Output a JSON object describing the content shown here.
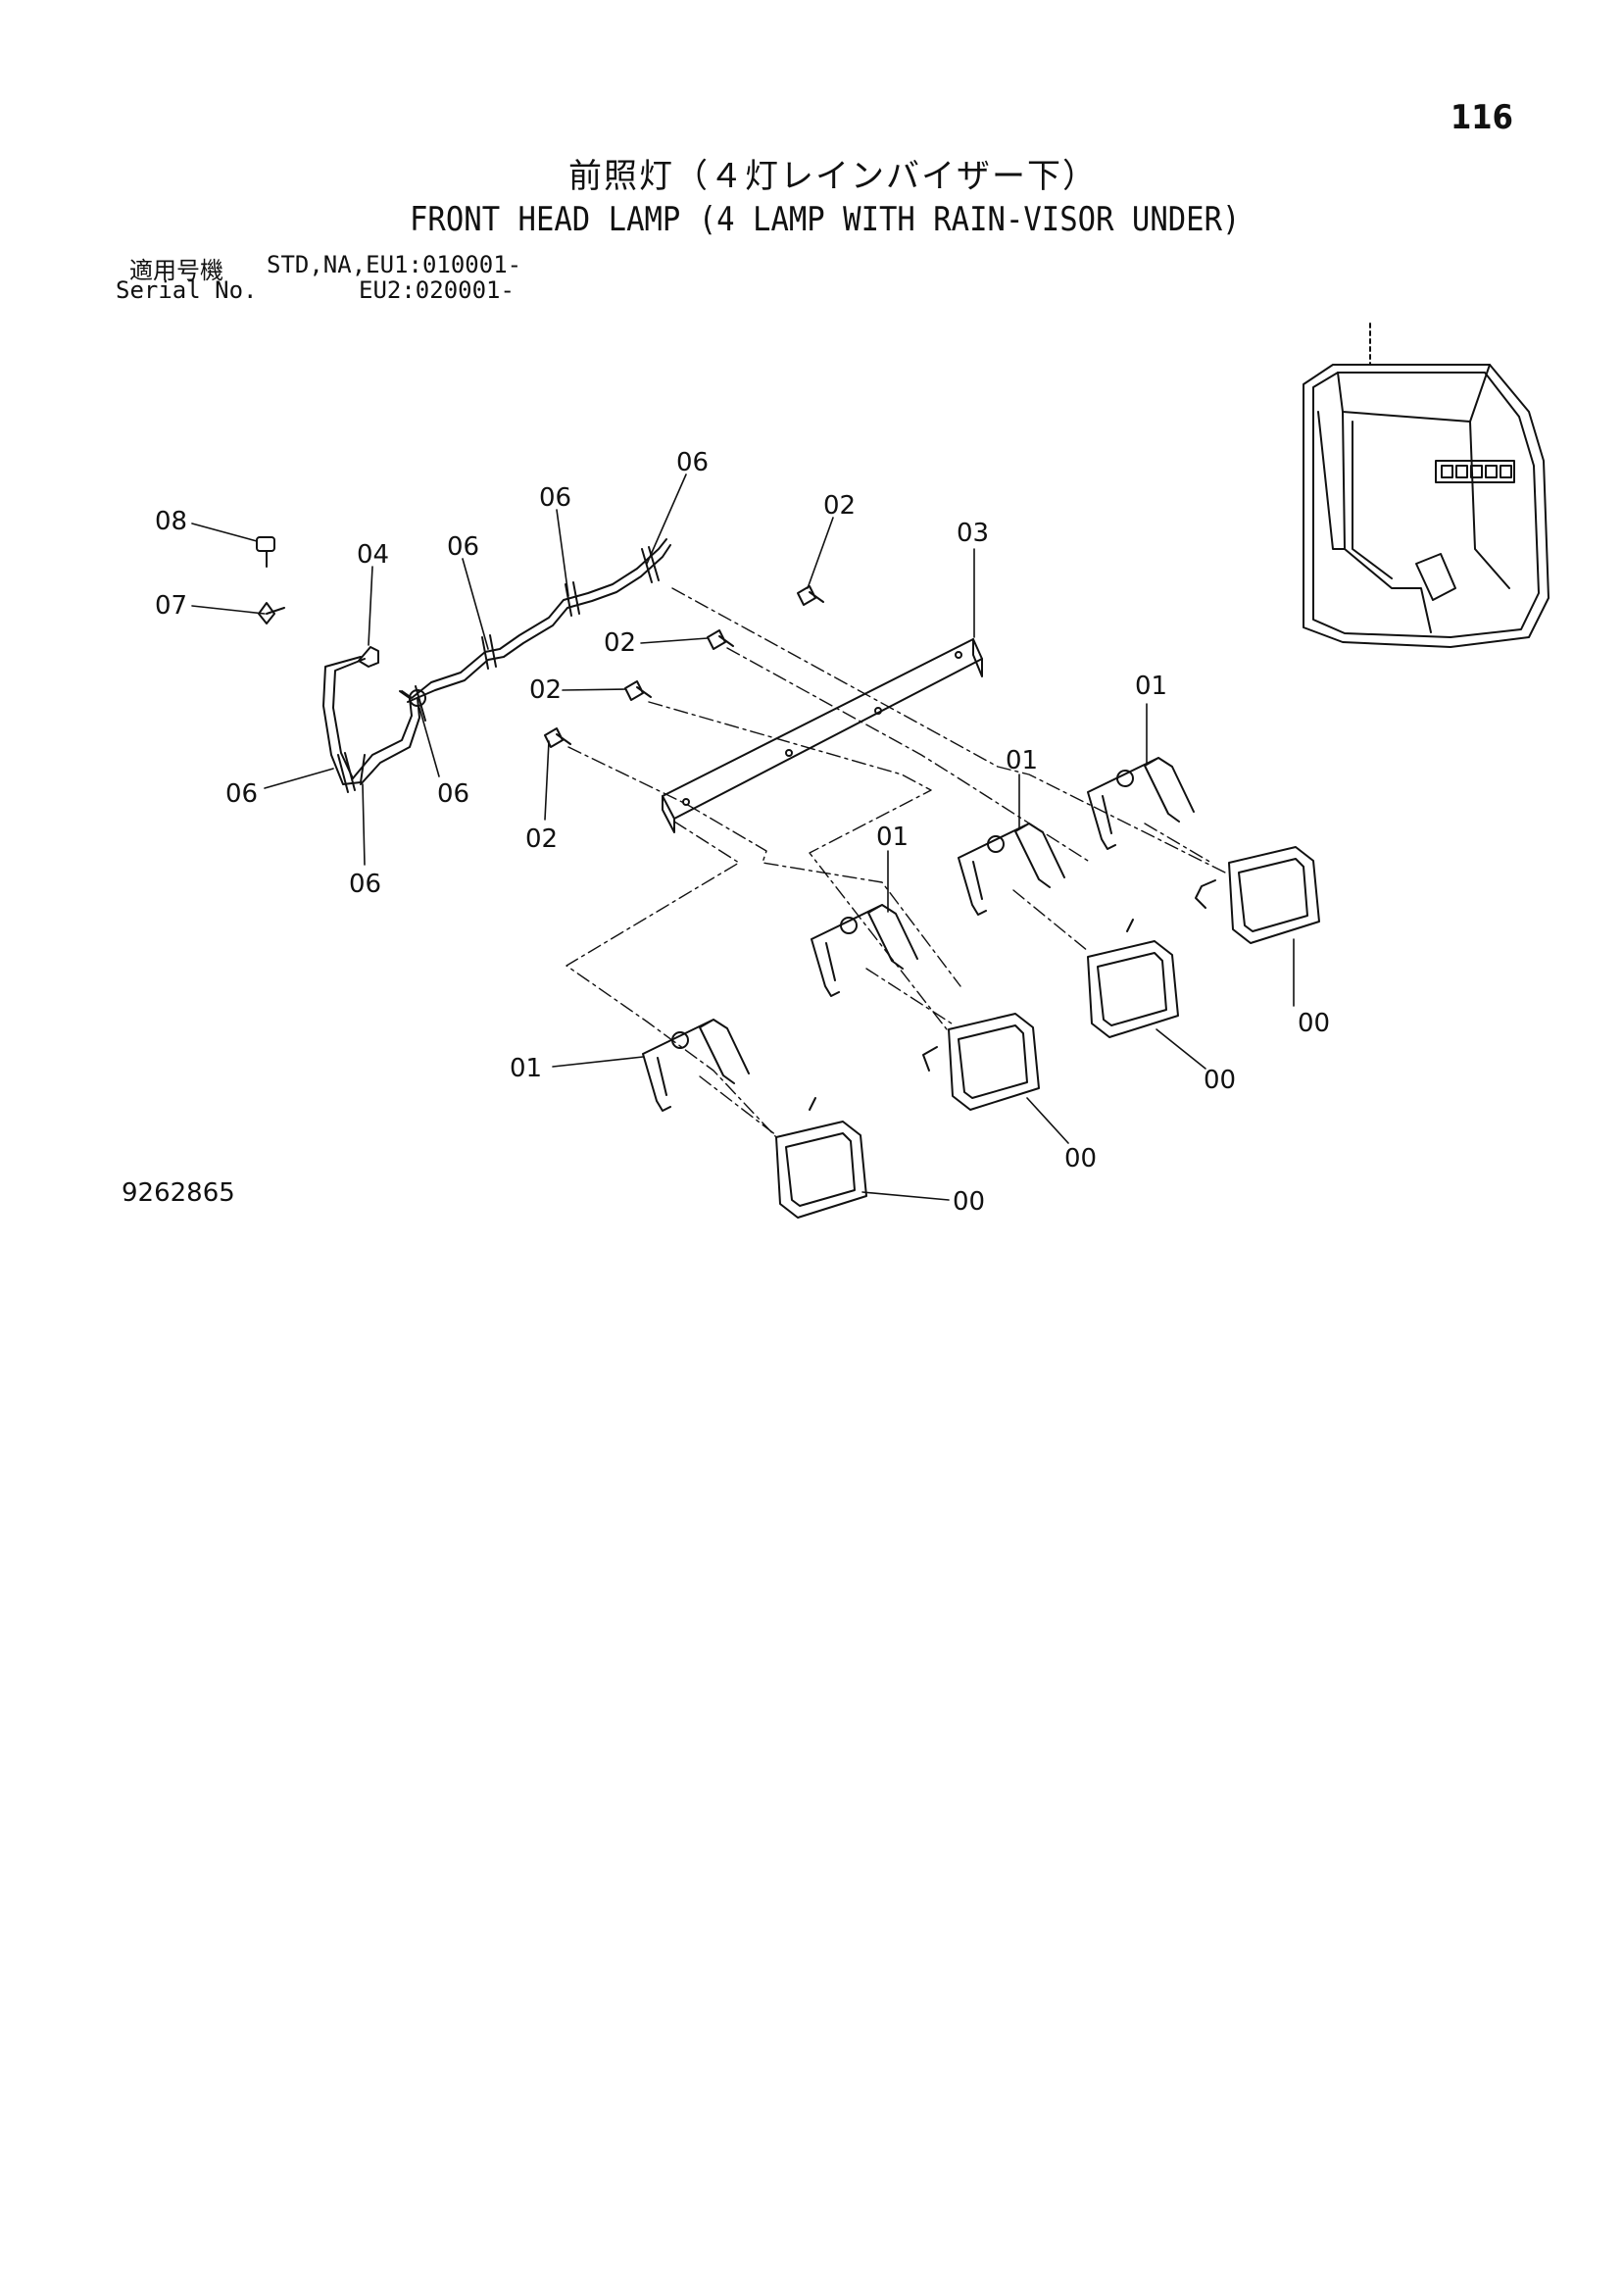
{
  "page": {
    "number": "116"
  },
  "title": {
    "japanese": "前照灯（４灯レインバイザー下）",
    "english": "FRONT HEAD LAMP (4 LAMP WITH RAIN-VISOR UNDER)"
  },
  "serial": {
    "label_jp": "適用号機",
    "label_en": "Serial No.",
    "line1": "STD,NA,EU1:010001-",
    "line2": "EU2:020001-"
  },
  "drawing_number": "9262865",
  "callouts": {
    "c08": "08",
    "c07": "07",
    "c04": "04",
    "c06a": "06",
    "c06b": "06",
    "c06c": "06",
    "c06d": "06",
    "c06e": "06",
    "c06f": "06",
    "c02a": "02",
    "c02b": "02",
    "c02c": "02",
    "c02d": "02",
    "c03": "03",
    "c01a": "01",
    "c01b": "01",
    "c01c": "01",
    "c01d": "01",
    "c00a": "00",
    "c00b": "00",
    "c00c": "00",
    "c00d": "00"
  }
}
